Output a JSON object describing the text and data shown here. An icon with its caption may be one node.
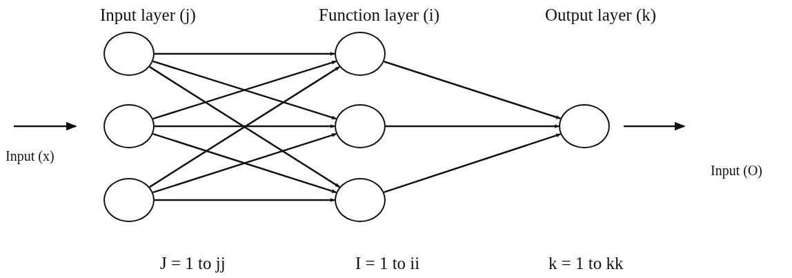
{
  "diagram": {
    "nodes": [
      {
        "text": [],
        "shape": "circle"
      },
      {
        "text": [],
        "shape": "circle"
      },
      {
        "text": [],
        "shape": "circle"
      },
      {
        "text": [],
        "shape": "circle"
      },
      {
        "text": [],
        "shape": "circle"
      },
      {
        "text": [],
        "shape": "circle"
      },
      {
        "text": [],
        "shape": "circle"
      }
    ],
    "edges": [
      {
        "from": 0,
        "to": 3,
        "arrow": "to"
      },
      {
        "from": 0,
        "to": 4,
        "arrow": "to"
      },
      {
        "from": 0,
        "to": 5,
        "arrow": "to"
      },
      {
        "from": 1,
        "to": 3,
        "arrow": "to"
      },
      {
        "from": 1,
        "to": 4,
        "arrow": "to"
      },
      {
        "from": 1,
        "to": 5,
        "arrow": "to"
      },
      {
        "from": 2,
        "to": 3,
        "arrow": "to"
      },
      {
        "from": 2,
        "to": 4,
        "arrow": "to"
      },
      {
        "from": 2,
        "to": 5,
        "arrow": "to"
      },
      {
        "from": 3,
        "to": 6,
        "arrow": "to"
      },
      {
        "from": 4,
        "to": 6,
        "arrow": "to"
      },
      {
        "from": 5,
        "to": 6,
        "arrow": "to"
      },
      {
        "from": null,
        "to": 1,
        "arrow": "to"
      },
      {
        "from": 6,
        "to": null,
        "arrow": "to"
      }
    ],
    "labels": [
      "Input layer (j)",
      "Function layer (i)",
      "Output layer (k)",
      "Input (x)",
      "Input (O)",
      "J = 1 to jj",
      "I = 1 to ii",
      "k = 1 to kk"
    ]
  }
}
